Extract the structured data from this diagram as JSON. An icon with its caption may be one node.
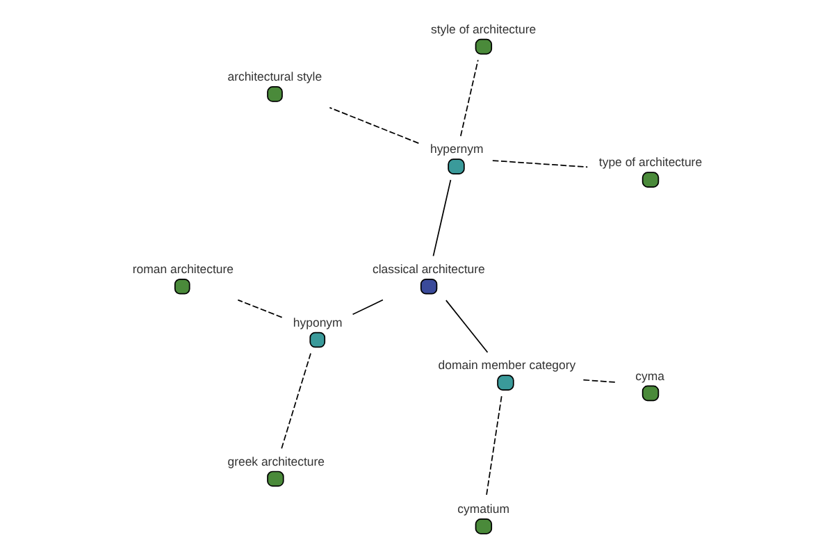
{
  "diagram": {
    "nodes": [
      {
        "text": [
          "type of architecture"
        ]
      },
      {
        "text": [
          "style of architecture"
        ]
      },
      {
        "text": [
          "roman architecture"
        ]
      },
      {
        "text": [
          "greek architecture"
        ]
      },
      {
        "text": [
          "architectural style"
        ]
      },
      {
        "text": [
          "hypernym"
        ]
      },
      {
        "text": [
          "hyponym"
        ]
      },
      {
        "text": [
          "classical architecture"
        ]
      },
      {
        "text": [
          "cymatium"
        ]
      },
      {
        "text": [
          "domain member category"
        ]
      },
      {
        "text": [
          "cyma"
        ]
      }
    ],
    "edges": [
      {
        "from": 7,
        "to": 5,
        "arrow": "none"
      },
      {
        "from": 7,
        "to": 6,
        "arrow": "none"
      },
      {
        "from": 7,
        "to": 9,
        "arrow": "none"
      },
      {
        "from": 5,
        "to": 0,
        "arrow": "none",
        "style": "dashed"
      },
      {
        "from": 5,
        "to": 1,
        "arrow": "none",
        "style": "dashed"
      },
      {
        "from": 5,
        "to": 4,
        "arrow": "none",
        "style": "dashed"
      },
      {
        "from": 6,
        "to": 2,
        "arrow": "none",
        "style": "dashed"
      },
      {
        "from": 6,
        "to": 3,
        "arrow": "none",
        "style": "dashed"
      },
      {
        "from": 9,
        "to": 8,
        "arrow": "none",
        "style": "dashed"
      },
      {
        "from": 9,
        "to": 10,
        "arrow": "none",
        "style": "dashed"
      }
    ]
  }
}
